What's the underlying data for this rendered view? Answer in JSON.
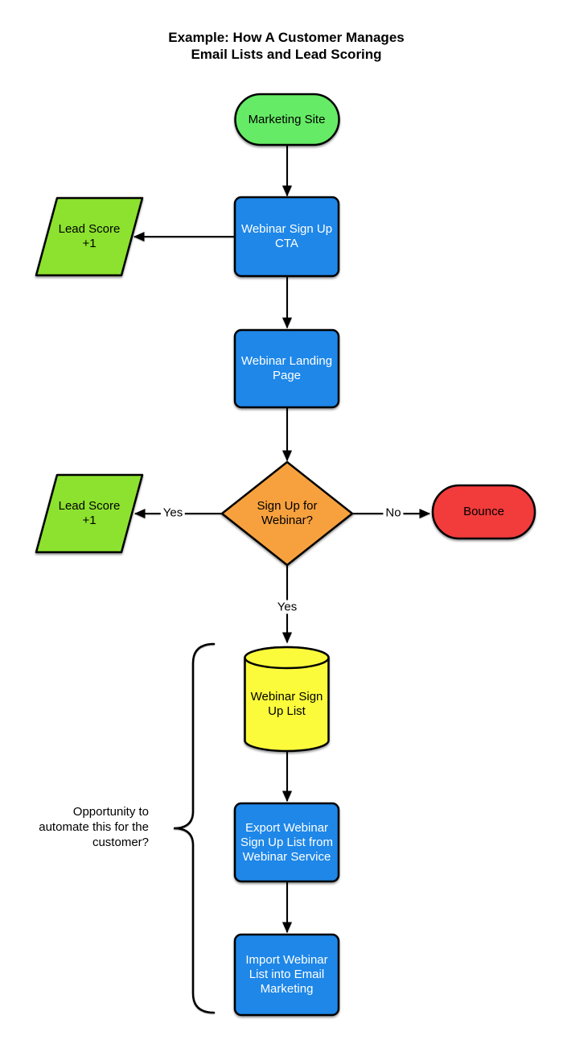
{
  "title": "Example: How A Customer Manages\nEmail Lists and Lead Scoring",
  "colors": {
    "terminator_green": "#66EB66",
    "process_blue": "#1E87E8",
    "data_green": "#8CE22F",
    "decision_orange": "#F7A13E",
    "terminator_red": "#F23B3B",
    "database_yellow": "#FBFB3C",
    "line_black": "#000000"
  },
  "nodes": {
    "marketing_site": {
      "label": "Marketing Site",
      "shape": "terminator"
    },
    "webinar_signup_cta": {
      "label": "Webinar Sign Up\nCTA",
      "shape": "process"
    },
    "lead_score_cta": {
      "label": "Lead Score\n+1",
      "shape": "data"
    },
    "webinar_landing_page": {
      "label": "Webinar Landing\nPage",
      "shape": "process"
    },
    "signup_for_webinar": {
      "label": "Sign Up for\nWebinar?",
      "shape": "decision"
    },
    "lead_score_webinar": {
      "label": "Lead Score\n+1",
      "shape": "data"
    },
    "bounce": {
      "label": "Bounce",
      "shape": "terminator"
    },
    "webinar_signup_list": {
      "label": "Webinar Sign\nUp List",
      "shape": "database"
    },
    "export_webinar_list": {
      "label": "Export Webinar\nSign Up List from\nWebinar Service",
      "shape": "process"
    },
    "import_webinar_list": {
      "label": "Import Webinar\nList into Email\nMarketing",
      "shape": "process"
    }
  },
  "edges": {
    "decision_yes_left": "Yes",
    "decision_no_right": "No",
    "decision_yes_down": "Yes"
  },
  "annotation": "Opportunity to\nautomate this for the\ncustomer?"
}
